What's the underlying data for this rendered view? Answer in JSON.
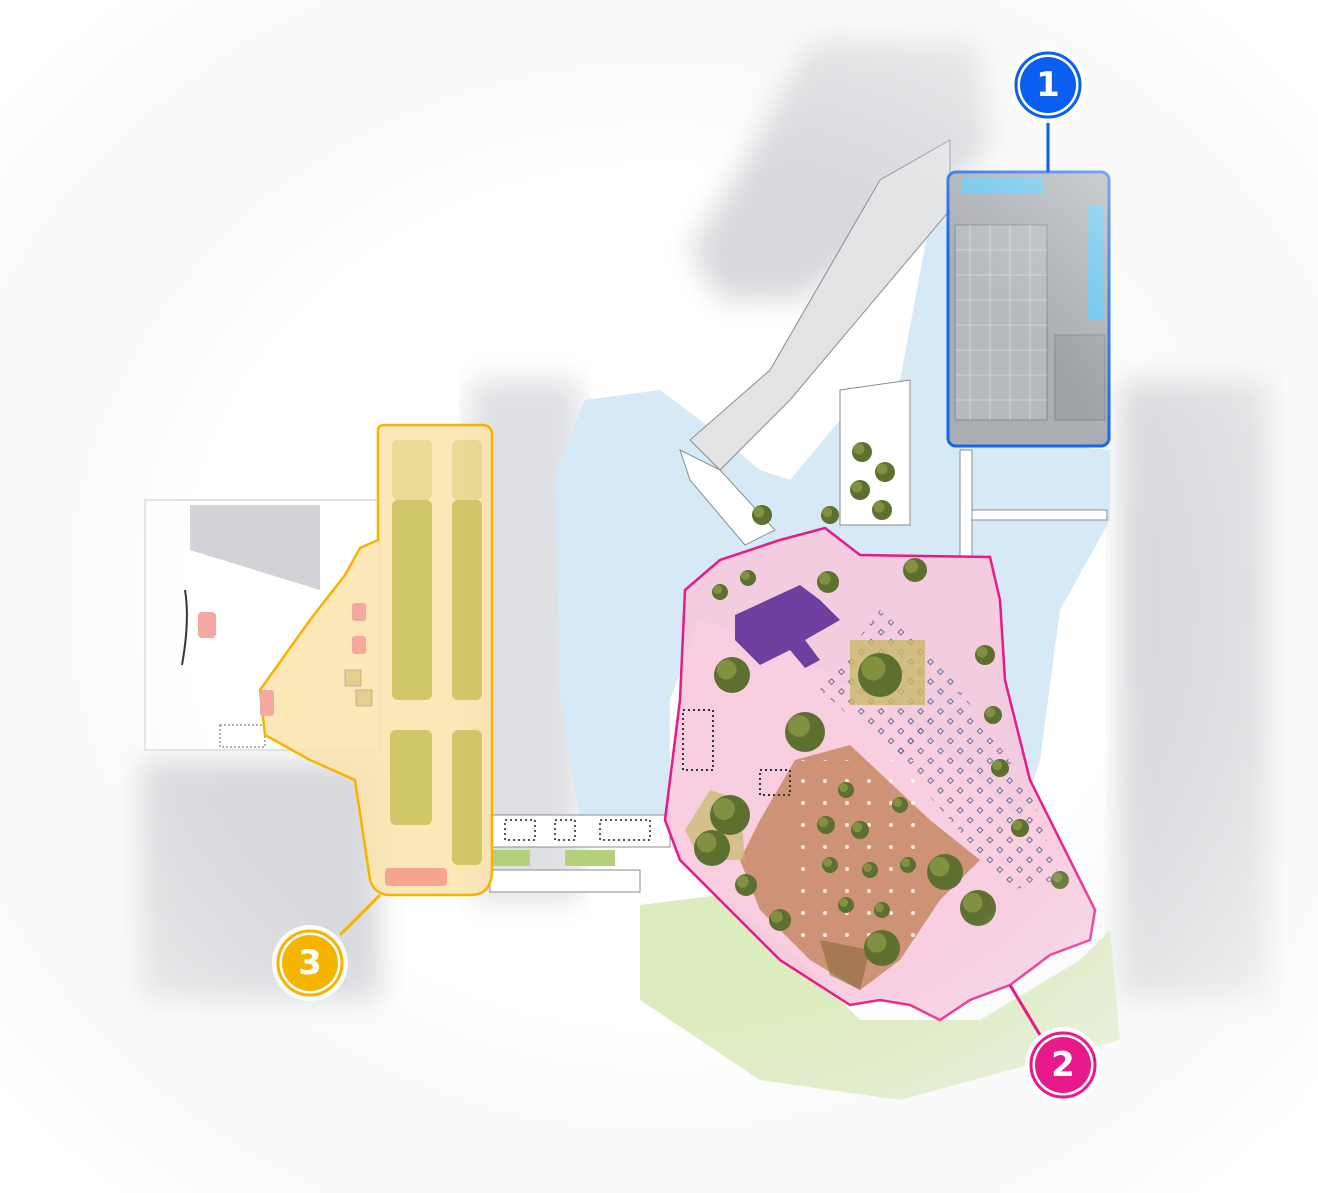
{
  "markers": [
    {
      "id": "1",
      "label": "1",
      "color": "#0a5ff0"
    },
    {
      "id": "2",
      "label": "2",
      "color": "#e8198a"
    },
    {
      "id": "3",
      "label": "3",
      "color": "#f5b400"
    }
  ],
  "colors": {
    "water": "#d6e9f6",
    "plaza_pink": "#f7c9dd",
    "zone_yellow": "#fbe3ad",
    "planter": "#c8c15a",
    "deck": "#c98c6a",
    "stage": "#6f3fa0",
    "building": "#a9aeb3",
    "lawn": "#d9eab8",
    "tree": "#5d7030"
  }
}
